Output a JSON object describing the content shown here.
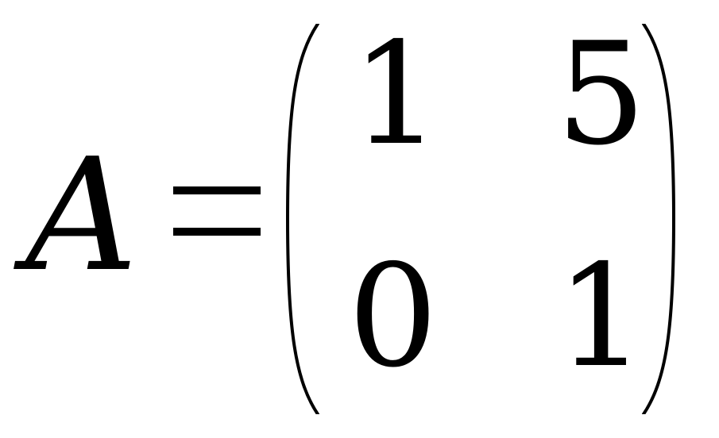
{
  "equation": {
    "variable": "A",
    "matrix": [
      [
        "1",
        "5"
      ],
      [
        "0",
        "1"
      ]
    ]
  }
}
